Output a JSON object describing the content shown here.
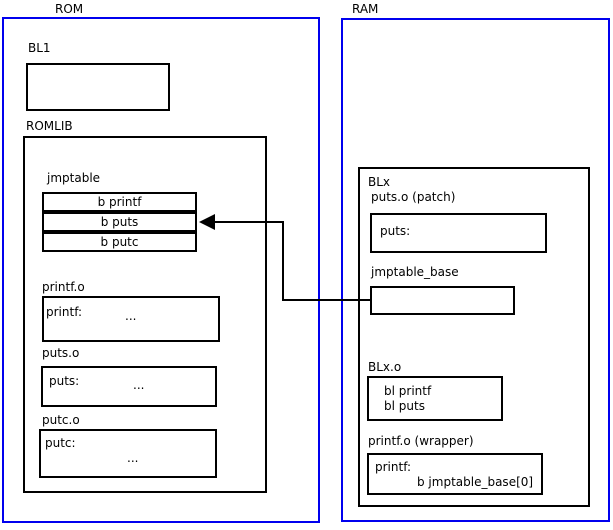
{
  "diagram": {
    "colors": {
      "region_border_blue": "#0000ee",
      "box_border_black": "#000000",
      "background": "#ffffff"
    },
    "rom": {
      "title": "ROM",
      "bl1_label": "BL1",
      "romlib_label": "ROMLIB",
      "jmptable": {
        "label": "jmptable",
        "rows": [
          "b printf",
          "b puts",
          "b putc"
        ]
      },
      "printf_o": {
        "label": "printf.o",
        "symbol": "printf:",
        "ellipsis": "..."
      },
      "puts_o": {
        "label": "puts.o",
        "symbol": "puts:",
        "ellipsis": "..."
      },
      "putc_o": {
        "label": "putc.o",
        "symbol": "putc:",
        "ellipsis": "..."
      }
    },
    "ram": {
      "title": "RAM",
      "blx_label": "BLx",
      "puts_patch": {
        "label": "puts.o (patch)",
        "symbol": "puts:"
      },
      "jmptable_base": {
        "label": "jmptable_base"
      },
      "blx_o": {
        "label": "BLx.o",
        "lines": [
          "bl printf",
          "bl puts"
        ]
      },
      "printf_wrapper": {
        "label": "printf.o (wrapper)",
        "symbol": "printf:",
        "branch": "b jmptable_base[0]"
      }
    }
  }
}
